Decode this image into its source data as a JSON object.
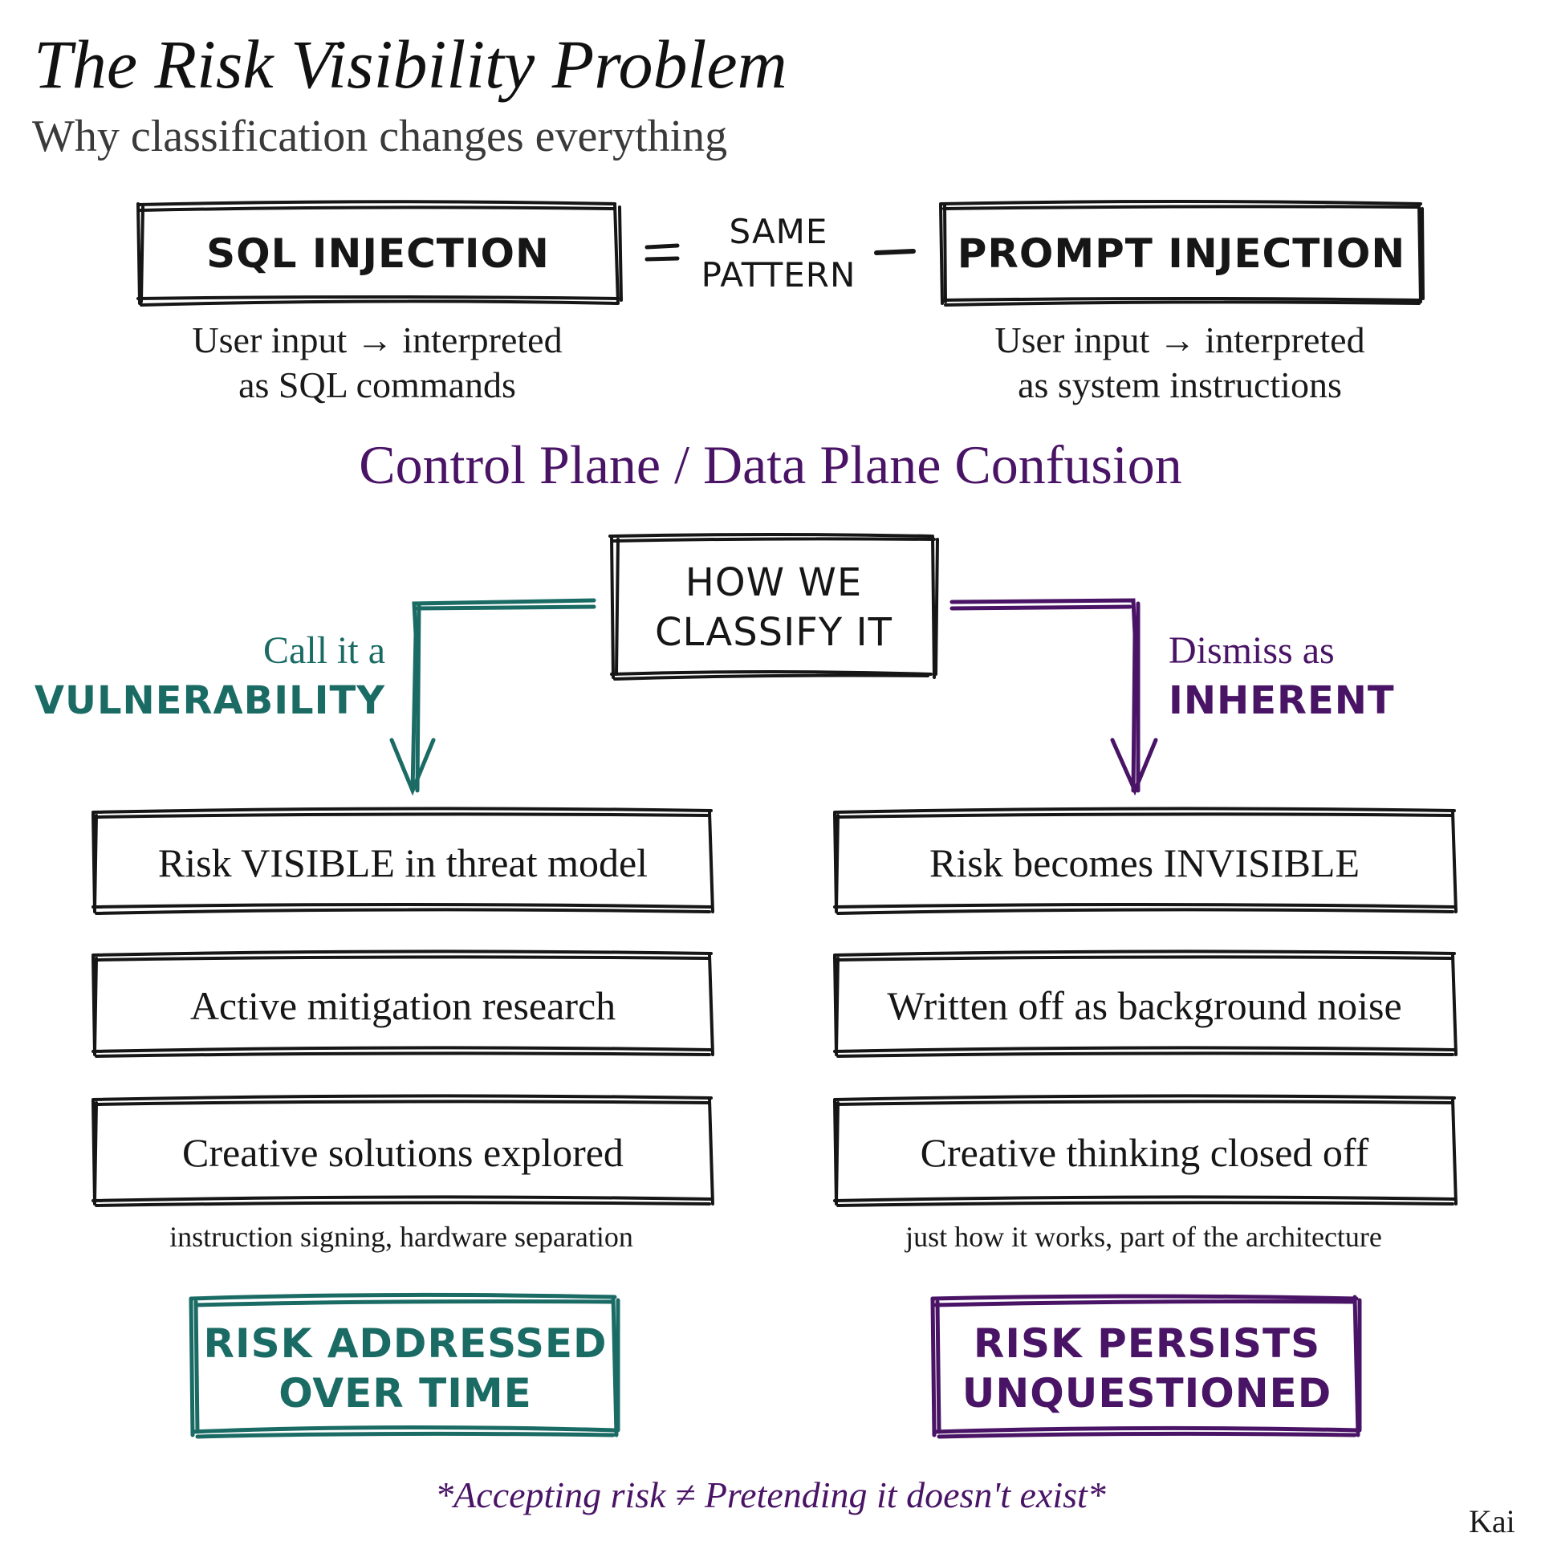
{
  "header": {
    "title": "The Risk Visibility Problem",
    "subtitle": "Why classification changes everything"
  },
  "comparison": {
    "left_box": "SQL INJECTION",
    "left_caption_line1": "User input → interpreted",
    "left_caption_line2": "as SQL commands",
    "equals_symbol": "=",
    "middle_line1": "SAME",
    "middle_line2": "PATTERN",
    "dash_symbol": "—",
    "right_box": "PROMPT INJECTION",
    "right_caption_line1": "User input → interpreted",
    "right_caption_line2": "as system instructions"
  },
  "section_heading": "Control Plane / Data Plane Confusion",
  "decision": {
    "center_line1": "HOW WE",
    "center_line2": "CLASSIFY IT",
    "left_branch_line1": "Call it a",
    "left_branch_line2": "VULNERABILITY",
    "right_branch_line1": "Dismiss as",
    "right_branch_line2": "INHERENT"
  },
  "left_column": {
    "items": [
      "Risk VISIBLE in threat model",
      "Active mitigation research",
      "Creative solutions explored"
    ],
    "note": "instruction signing, hardware separation",
    "outcome_line1": "RISK ADDRESSED",
    "outcome_line2": "OVER TIME"
  },
  "right_column": {
    "items": [
      "Risk becomes INVISIBLE",
      "Written off as background noise",
      "Creative thinking closed off"
    ],
    "note": "just how it works, part of the architecture",
    "outcome_line1": "RISK PERSISTS",
    "outcome_line2": "UNQUESTIONED"
  },
  "footer": {
    "tagline": "*Accepting risk ≠ Pretending it doesn't exist*",
    "signature": "Kai"
  },
  "colors": {
    "ink": "#161616",
    "teal": "#1b6b65",
    "purple": "#4a1466"
  }
}
